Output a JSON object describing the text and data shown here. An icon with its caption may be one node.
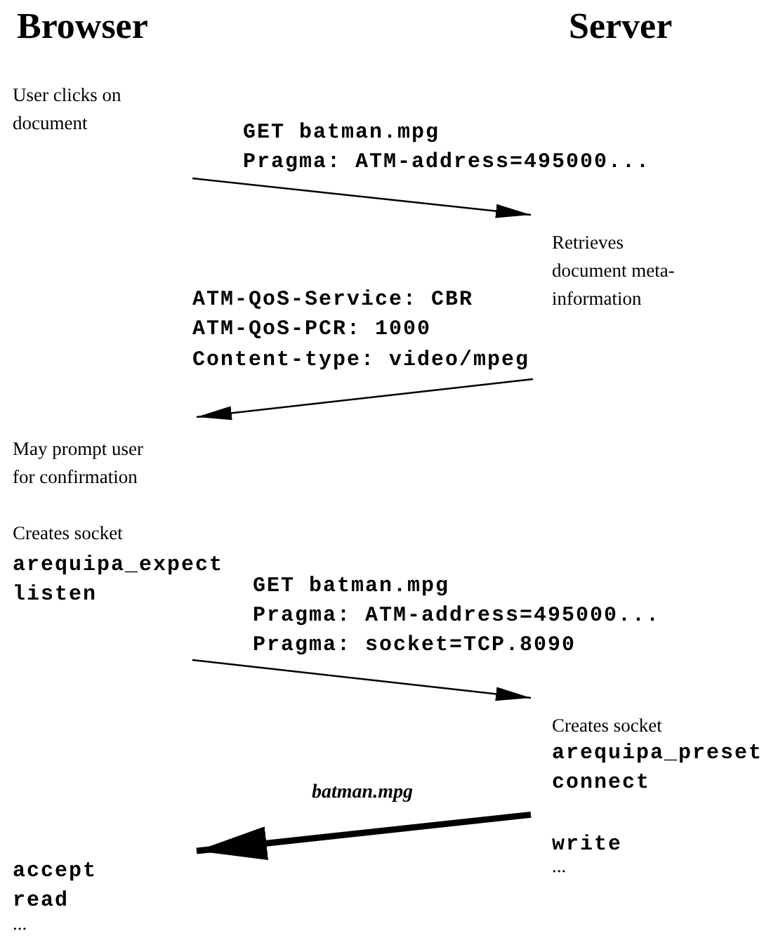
{
  "diagram": {
    "nodes": [
      {
        "text": [
          "User clicks on document"
        ]
      },
      {
        "text": [
          "Retrieves document meta-information"
        ]
      },
      {
        "text": [
          "May prompt user for confirmation"
        ]
      },
      {
        "text": [
          "Creates socket",
          "arequipa_expect",
          "listen"
        ]
      },
      {
        "text": [
          "Creates socket",
          "arequipa_preset",
          "connect",
          "write",
          "..."
        ]
      },
      {
        "text": [
          "accept",
          "read",
          "..."
        ]
      }
    ],
    "edges": [
      {
        "from": 0,
        "to": 1,
        "arrow": "to"
      },
      {
        "from": 1,
        "to": 2,
        "arrow": "to"
      },
      {
        "from": 3,
        "to": 4,
        "arrow": "to"
      },
      {
        "from": 4,
        "to": 5,
        "arrow": "to",
        "style": "thick",
        "label": "batman.mpg"
      }
    ],
    "labels": [
      "Browser",
      "Server",
      "GET batman.mpg",
      "Pragma: ATM-address=495000...",
      "ATM-QoS-Service: CBR",
      "ATM-QoS-PCR: 1000",
      "Content-type: video/mpeg",
      "GET batman.mpg",
      "Pragma: ATM-address=495000...",
      "Pragma: socket=TCP.8090"
    ]
  }
}
